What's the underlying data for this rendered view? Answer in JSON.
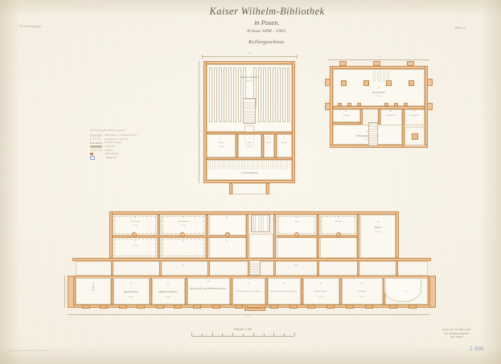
{
  "sheet": {
    "corner_left_note": "Verwaltungsbau",
    "sheet_number": "Blatt 2",
    "print_mark": "Lith. Anst. v. Meisenbach Riffarth & Co., Berlin 1902"
  },
  "title_block": {
    "title": "Kaiser Wilhelm-Bibliothek",
    "location": "in Posen.",
    "built": "Erbaut 1898 - 1902.",
    "floor": "Kellergeschoss."
  },
  "legend": {
    "title": "Erklärung der Bezeichnung.",
    "rows": [
      {
        "swatch": "hatch-fine",
        "label": "Kellermauern / Fundamentmauern"
      },
      {
        "swatch": "hatch-wide",
        "label": "Kellerpfeiler / Unterzüge"
      },
      {
        "swatch": "hatch-dash",
        "label": "Gewölbe / Kappen"
      },
      {
        "swatch": "solid",
        "label": "Eisenträger"
      },
      {
        "swatch": "diagonal",
        "label": "Gewölbe"
      },
      {
        "swatch": "block-red",
        "label": "Lüftungskanäle"
      },
      {
        "swatch": "block-blue",
        "label": "Heizkanäle"
      }
    ]
  },
  "scale": {
    "label": "Maßstab 1:100.",
    "ticks": [
      "0",
      "1",
      "2",
      "3",
      "4",
      "5",
      "6",
      "7",
      "8",
      "9",
      "10"
    ]
  },
  "signature": {
    "line1": "Posen, den 10. März 1902.",
    "line2": "Der Stadtbauinspektor",
    "line3": "gez. Nagler.",
    "stamp_number": "2 806"
  },
  "plans": {
    "rear_wing": {
      "name": "Rear wing / book magazine block",
      "rooms": [
        {
          "label": "Bücher-Magazin",
          "number": "1",
          "area": "286,4 qm"
        },
        {
          "label": "Heizer",
          "number": "8",
          "area": "21,0 qm"
        },
        {
          "label": "Kohlen",
          "number": "9",
          "area": "28,6 qm"
        },
        {
          "label": "Asche",
          "number": "10",
          "area": "14,2 qm"
        },
        {
          "label": "Kessel",
          "number": "11",
          "area": "19,4 qm"
        },
        {
          "label": "Central-Heizung",
          "number": "12",
          "area": ""
        }
      ]
    },
    "annex": {
      "name": "Annex building (right)",
      "rooms": [
        {
          "label": "Kellerräume",
          "number": "20",
          "area": "118,6 qm"
        },
        {
          "label": "Vorkeller",
          "number": "21",
          "area": "24,3 qm"
        },
        {
          "label": "Waschküche",
          "number": "22",
          "area": "17,8 qm"
        },
        {
          "label": "Vorratskeller",
          "number": "23",
          "area": "12,6 qm"
        },
        {
          "label": "Wirtschaftskeller-Raum",
          "number": "24",
          "area": "62,4 qm"
        }
      ]
    },
    "main_wing": {
      "name": "Main front wing",
      "rooms": [
        {
          "label": "Packraum",
          "number": "30",
          "area": "32,8 qm"
        },
        {
          "label": "Buchbinderei",
          "number": "31",
          "area": "46,2 qm"
        },
        {
          "label": "Vorraum",
          "number": "32",
          "area": "18,4 qm"
        },
        {
          "label": "Flur",
          "number": "33",
          "area": "24,0 qm"
        },
        {
          "label": "Wohnung für den Diener",
          "number": "34",
          "area": ""
        },
        {
          "label": "Küche",
          "number": "35",
          "area": "16,8 qm"
        },
        {
          "label": "Stube",
          "number": "36",
          "area": "22,4 qm"
        },
        {
          "label": "Kammer",
          "number": "37",
          "area": "12,0 qm"
        },
        {
          "label": "Wohnung für den Bibliotheks-Diener",
          "number": "38",
          "area": ""
        },
        {
          "label": "Speisekammer",
          "number": "39",
          "area": "8,6 qm"
        },
        {
          "label": "Mädchen-Kammer",
          "number": "40",
          "area": "9,4 qm"
        },
        {
          "label": "Wohnung für den Haus-Diener",
          "number": "41",
          "area": ""
        },
        {
          "label": "Wohnung des Bibliotheks-Dieners",
          "number": "42",
          "area": ""
        },
        {
          "label": "Diener-Küche",
          "number": "43",
          "area": "15,2 qm"
        },
        {
          "label": "Keller",
          "number": "44",
          "area": "38,0 qm"
        },
        {
          "label": "Gang",
          "number": "45",
          "area": ""
        },
        {
          "label": "Heizkeller",
          "number": "46",
          "area": "26,8 qm"
        },
        {
          "label": "Kohlen",
          "number": "47",
          "area": "18,2 qm"
        },
        {
          "label": "Küche",
          "number": "48",
          "area": "29,6 qm"
        },
        {
          "label": "Keller",
          "number": "49",
          "area": "21,4 qm"
        }
      ]
    }
  },
  "dimensions": {
    "rear_wing_width": "27,20",
    "rear_wing_depth": "19,60",
    "main_wing_length": "61,40",
    "annex_width": "21,80",
    "bay": "4,20"
  }
}
